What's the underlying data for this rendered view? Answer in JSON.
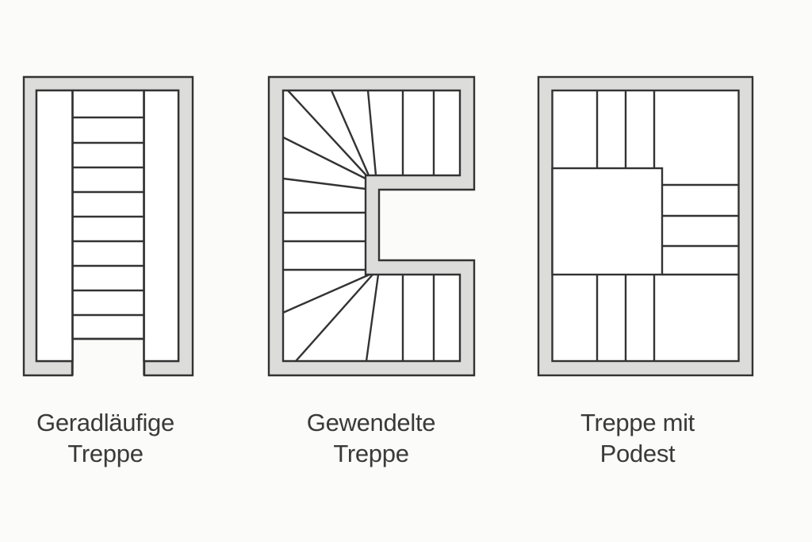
{
  "colors": {
    "background": "#fbfbfa",
    "wall_fill": "#dcdcdb",
    "line": "#333333",
    "floor": "#ffffff",
    "text": "#3a3a3a"
  },
  "diagrams": [
    {
      "id": "straight",
      "label_line1": "Geradläufige",
      "label_line2": "Treppe",
      "tread_count": 10
    },
    {
      "id": "winding",
      "label_line1": "Gewendelte",
      "label_line2": "Treppe"
    },
    {
      "id": "landing",
      "label_line1": "Treppe mit",
      "label_line2": "Podest"
    }
  ]
}
